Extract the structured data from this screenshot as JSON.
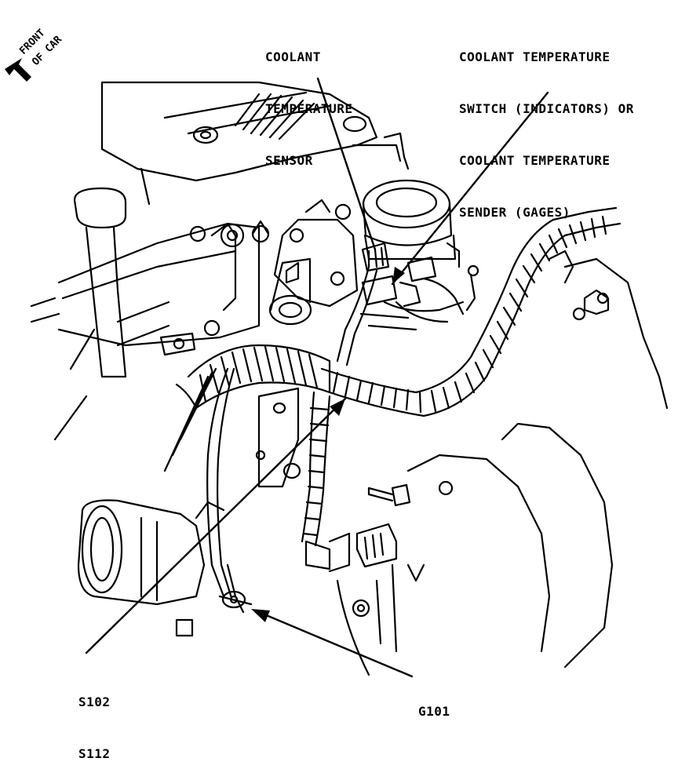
{
  "labels": {
    "front_of_car": [
      "FRONT",
      "OF CAR"
    ],
    "coolant_temperature_sensor": [
      "COOLANT",
      "TEMPERATURE",
      "SENSOR"
    ],
    "coolant_temperature_switch": [
      "COOLANT TEMPERATURE",
      "SWITCH (INDICATORS) OR",
      "COOLANT TEMPERATURE",
      "SENDER (GAGES)"
    ],
    "splice": [
      "S102",
      "S112"
    ],
    "ground": "G101"
  },
  "colors": {
    "ink": "#000000",
    "paper": "#ffffff"
  }
}
